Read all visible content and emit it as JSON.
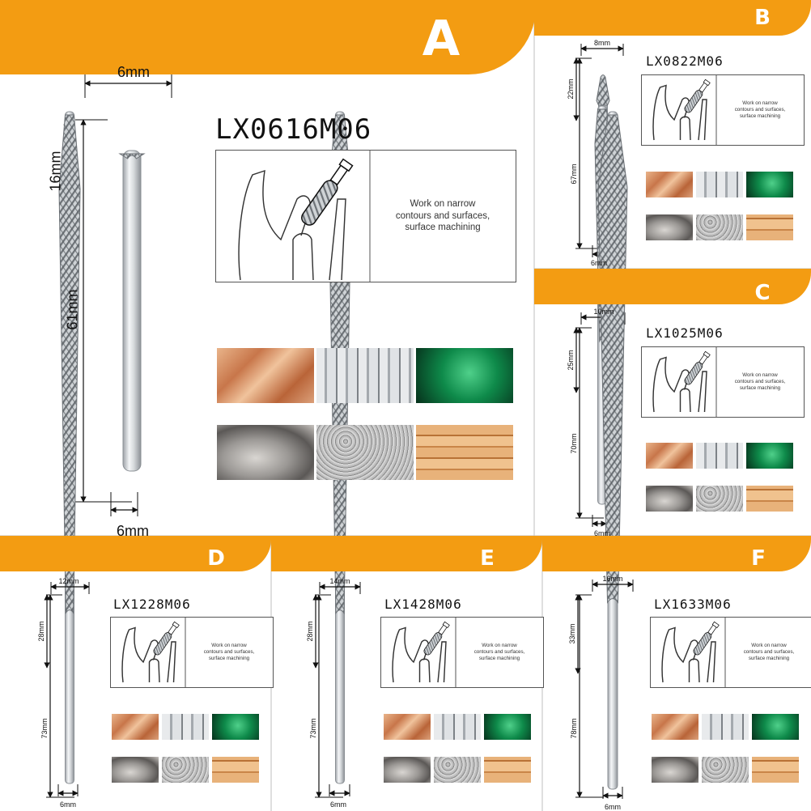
{
  "colors": {
    "banner": "#f39c12",
    "text": "#111111"
  },
  "description": "Work on narrow contours and surfaces, surface machining",
  "description_lines": [
    "Work on narrow",
    "contours and surfaces,",
    "surface machining"
  ],
  "materials": [
    "copper",
    "aluminum-profile",
    "jade",
    "steel",
    "stone",
    "wood"
  ],
  "products": {
    "A": {
      "letter": "A",
      "model": "LX0616M06",
      "head_diameter": "6mm",
      "head_length": "16mm",
      "total_length": "61mm",
      "shank_diameter": "6mm"
    },
    "B": {
      "letter": "B",
      "model": "LX0822M06",
      "head_diameter": "8mm",
      "head_length": "22mm",
      "total_length": "67mm",
      "shank_diameter": "6mm"
    },
    "C": {
      "letter": "C",
      "model": "LX1025M06",
      "head_diameter": "10mm",
      "head_length": "25mm",
      "total_length": "70mm",
      "shank_diameter": "6mm"
    },
    "D": {
      "letter": "D",
      "model": "LX1228M06",
      "head_diameter": "12mm",
      "head_length": "28mm",
      "total_length": "73mm",
      "shank_diameter": "6mm"
    },
    "E": {
      "letter": "E",
      "model": "LX1428M06",
      "head_diameter": "14mm",
      "head_length": "28mm",
      "total_length": "73mm",
      "shank_diameter": "6mm"
    },
    "F": {
      "letter": "F",
      "model": "LX1633M06",
      "head_diameter": "16mm",
      "head_length": "33mm",
      "total_length": "78mm",
      "shank_diameter": "6mm"
    }
  }
}
